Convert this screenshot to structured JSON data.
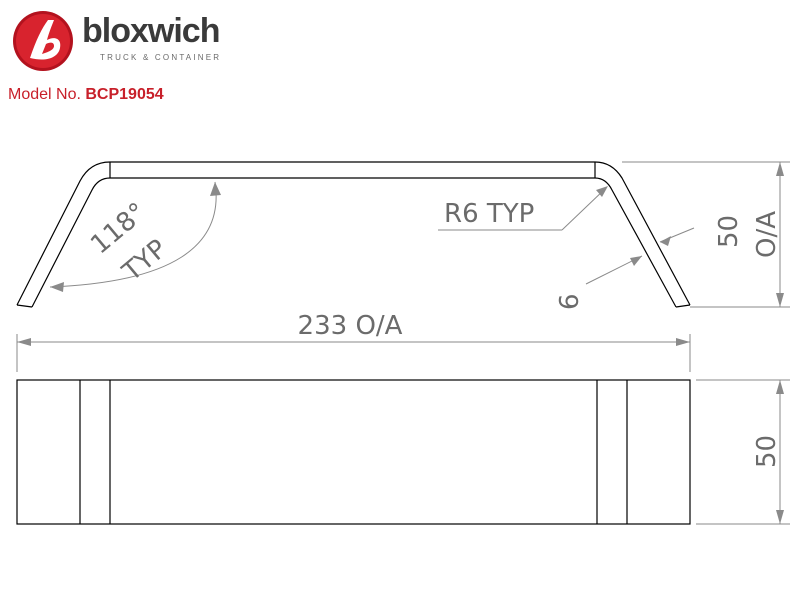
{
  "brand": {
    "name": "bloxwich",
    "tagline": "TRUCK & CONTAINER",
    "accent_color": "#c8202a"
  },
  "model": {
    "label": "Model No.",
    "number": "BCP19054"
  },
  "dimensions": {
    "angle_value": "118°",
    "angle_note": "TYP",
    "radius": "R6 TYP",
    "thickness": "6",
    "height_top": "50",
    "height_top_note": "O/A",
    "overall_length": "233 O/A",
    "height_side": "50"
  }
}
